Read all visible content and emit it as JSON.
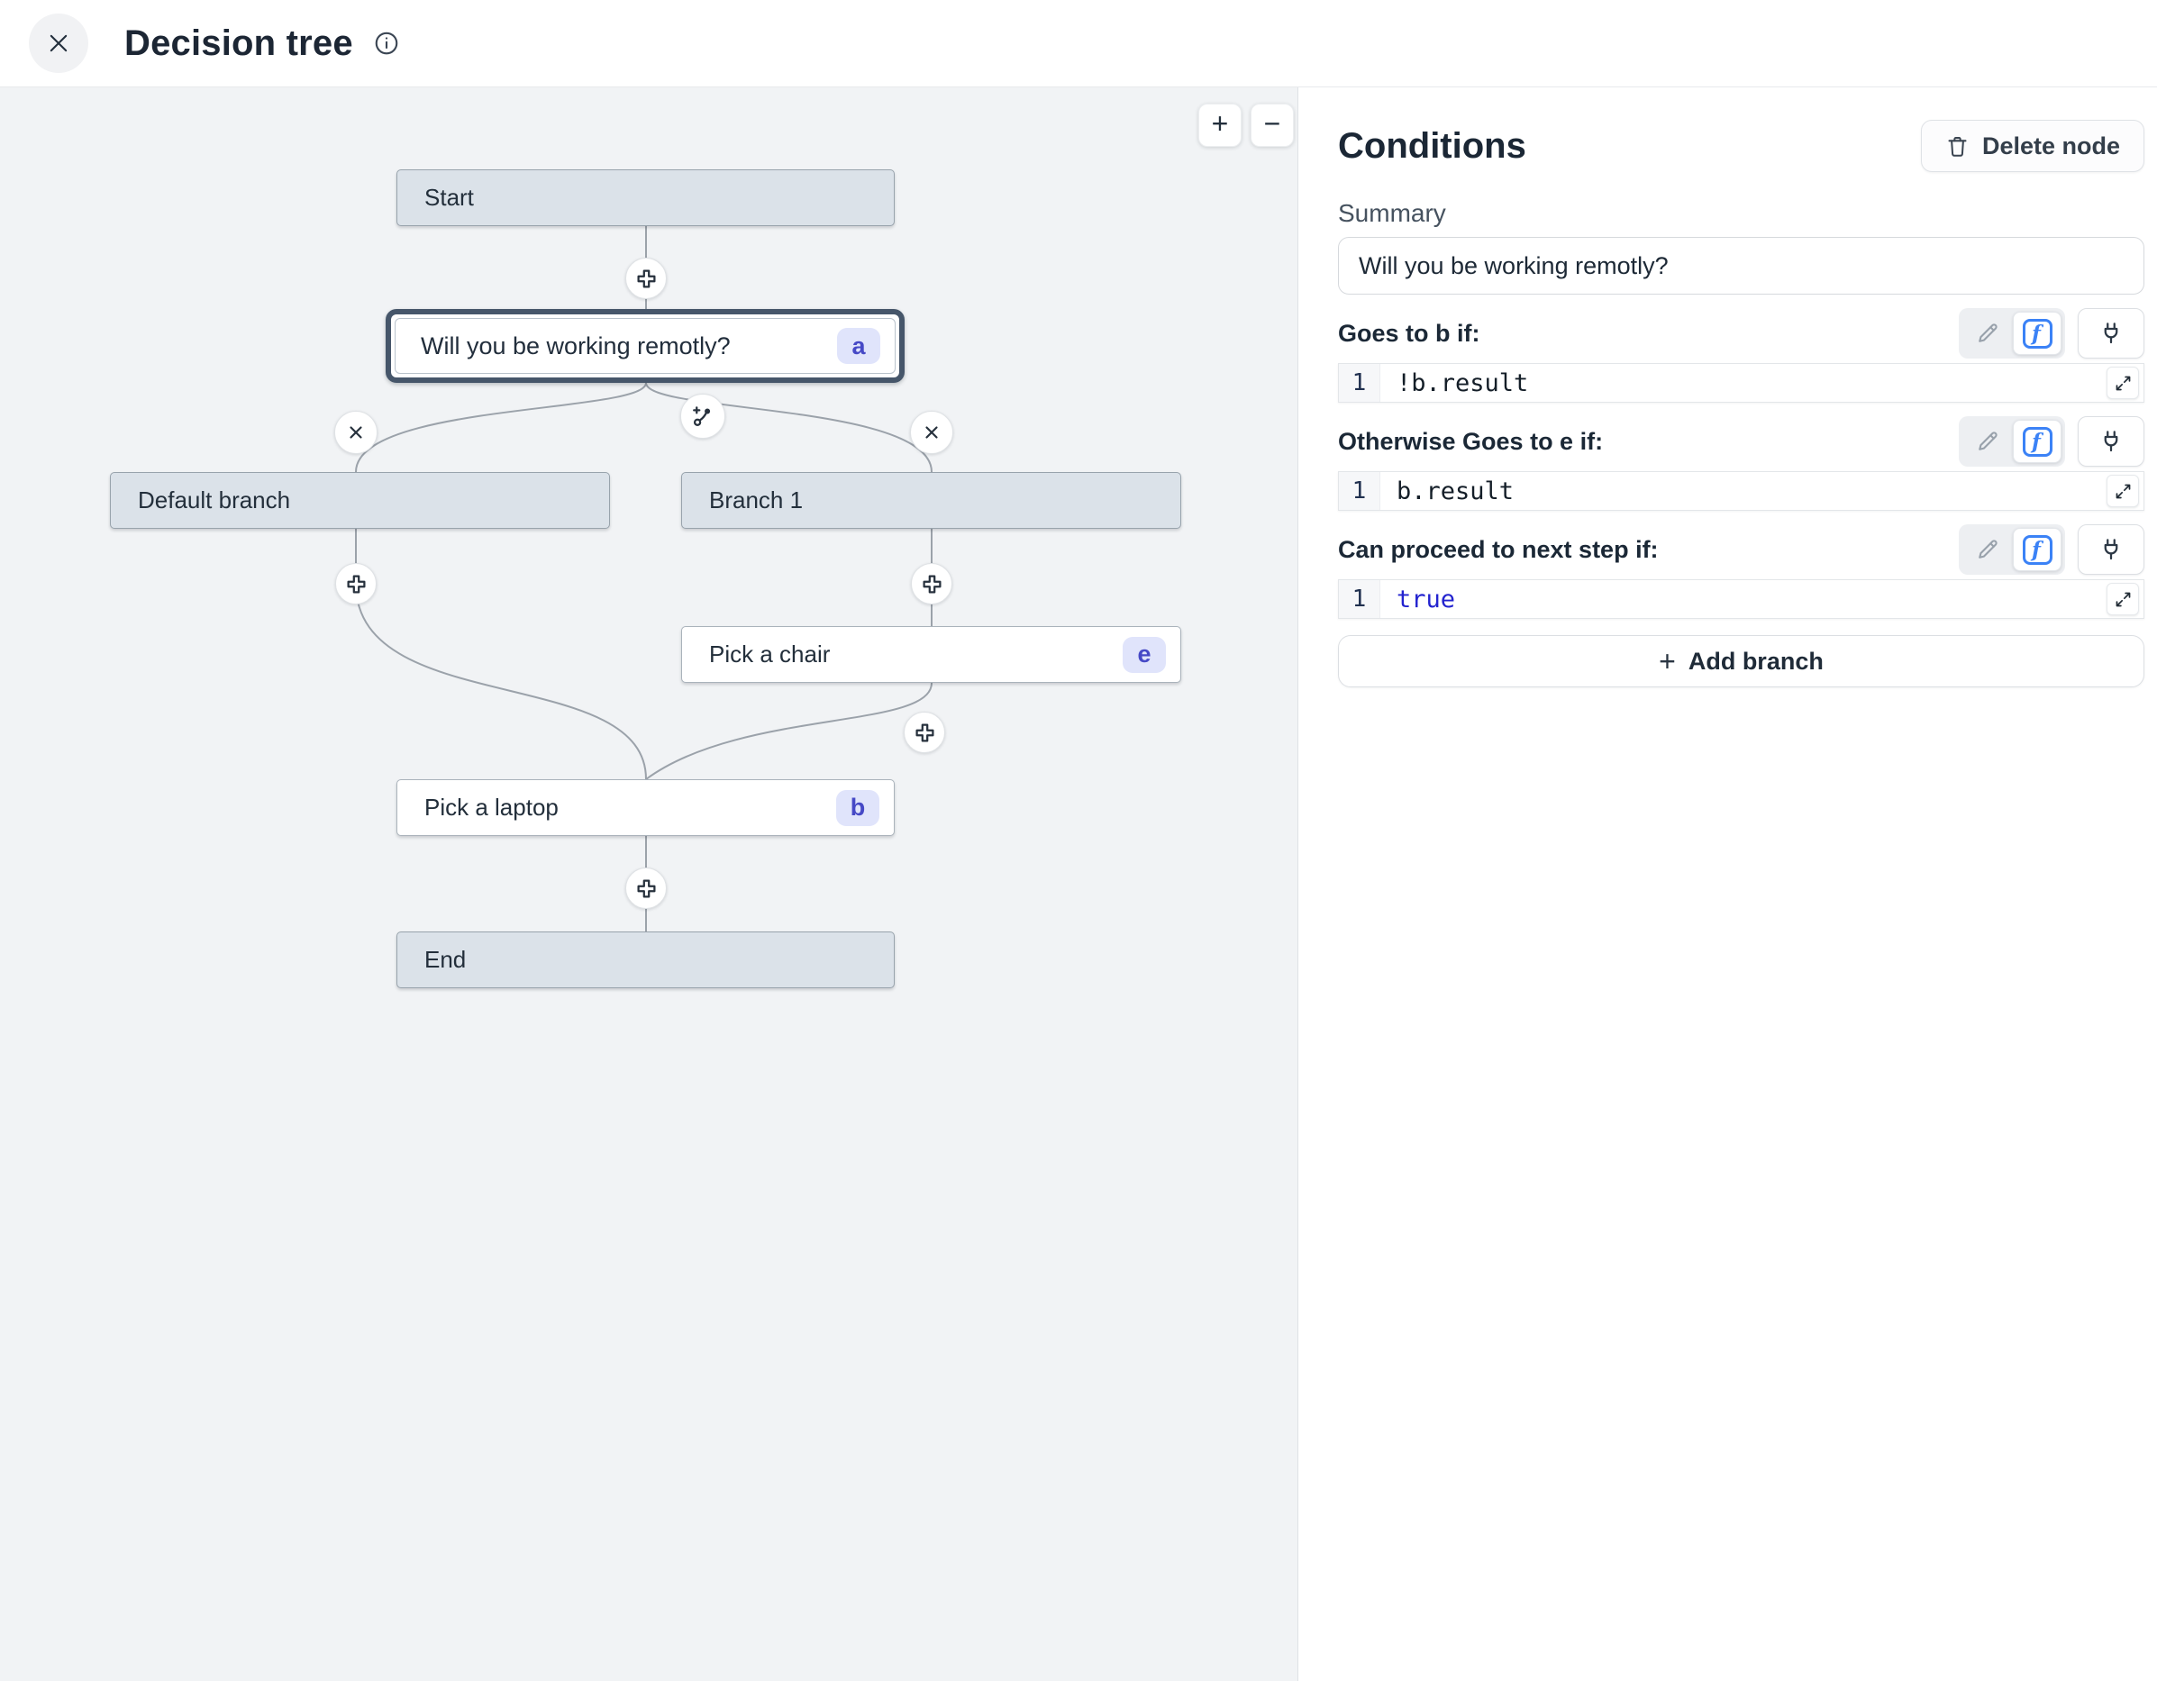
{
  "header": {
    "title": "Decision tree"
  },
  "canvas": {
    "zoom_in_label": "+",
    "zoom_out_label": "−",
    "nodes": [
      {
        "label": "Start"
      },
      {
        "label": "Will you be working remotly?",
        "badge": "a"
      },
      {
        "label": "Default branch"
      },
      {
        "label": "Branch 1"
      },
      {
        "label": "Pick a chair",
        "badge": "e"
      },
      {
        "label": "Pick a laptop",
        "badge": "b"
      },
      {
        "label": "End"
      }
    ]
  },
  "panel": {
    "title": "Conditions",
    "delete_node_label": "Delete node",
    "summary_label": "Summary",
    "summary_value": "Will you be working remotly?",
    "sections": [
      {
        "label": "Goes to b if:",
        "line_number": "1",
        "code": "!b.result"
      },
      {
        "label": "Otherwise Goes to e if:",
        "line_number": "1",
        "code": "b.result"
      },
      {
        "label": "Can proceed to next step if:",
        "line_number": "1",
        "code": "true"
      }
    ],
    "add_branch_label": "Add branch",
    "add_branch_plus": "+"
  },
  "colors": {
    "accent_blue": "#3b82f6",
    "keyword_blue": "#2323cf",
    "badge_bg": "#e0e4fb",
    "badge_text": "#4649c6",
    "node_fill_gray": "#dbe2e9",
    "node_border_gray": "#98a3ac",
    "node_fill_white": "#ffffff",
    "node_border_white": "#aab3bb",
    "selected_border": "#46566a",
    "edge_color": "#9ba2aa",
    "canvas_bg": "#f1f3f5",
    "text_dark": "#1d2936",
    "panel_bg": "#ffffff"
  }
}
